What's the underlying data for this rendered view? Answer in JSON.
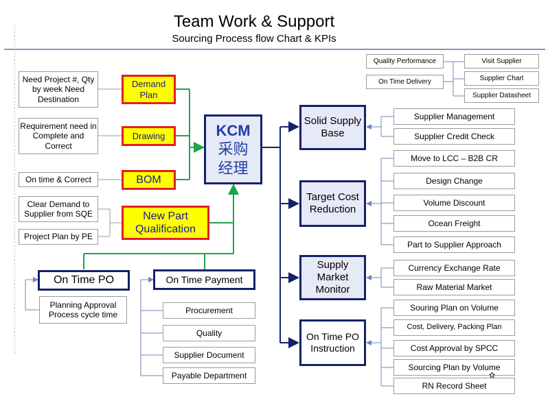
{
  "title": "Team Work & Support",
  "subtitle": "Sourcing Process flow Chart & KPIs",
  "center": {
    "line1": "KCM",
    "line2": "采购",
    "line3": "经理"
  },
  "inputs": {
    "need_project": "Need Project #, Qty by week Need Destination",
    "requirement": "Requirement need in Complete and Correct",
    "on_time_correct": "On time & Correct",
    "clear_demand": "Clear Demand to Supplier from SQE",
    "project_plan": "Project Plan by PE"
  },
  "yellow_boxes": {
    "demand_plan": "Demand Plan",
    "drawing": "Drawing",
    "bom": "BOM",
    "new_part": "New Part Qualification"
  },
  "bottom_left": {
    "on_time_po": "On Time PO",
    "planning_approval": "Planning Approval Process cycle time",
    "on_time_payment": "On Time Payment",
    "payment_items": [
      "Procurement",
      "Quality",
      "Supplier Document",
      "Payable Department"
    ]
  },
  "top_right": {
    "quality_performance": "Quality Performance",
    "on_time_delivery": "On Time Delivery",
    "visit_supplier": "Visit Supplier",
    "supplier_chart": "Supplier Chart",
    "supplier_datasheet": "Supplier Datasheet"
  },
  "categories": {
    "solid_supply": "Solid Supply Base",
    "target_cost": "Target Cost Reduction",
    "supply_market": "Supply Market Monitor",
    "on_time_po_instruction": "On Time PO Instruction"
  },
  "right_items": {
    "solid_supply": [
      "Supplier Management",
      "Supplier Credit Check"
    ],
    "target_cost": [
      "Move to LCC – B2B CR",
      "Design Change",
      "Volume Discount",
      "Ocean Freight",
      "Part to Supplier Approach"
    ],
    "supply_market": [
      "Currency Exchange Rate",
      "Raw Material Market"
    ],
    "on_time_po": [
      "Souring Plan on Volume",
      "Cost, Delivery, Packing Plan",
      "Cost Approval  by SPCC",
      "Sourcing Plan by Volume",
      "RN Record Sheet"
    ]
  },
  "colors": {
    "navy": "#14206a",
    "green": "#1aa54a",
    "red": "#e02020",
    "yellow": "#ffff00",
    "kcm_text": "#1f3fa8"
  }
}
